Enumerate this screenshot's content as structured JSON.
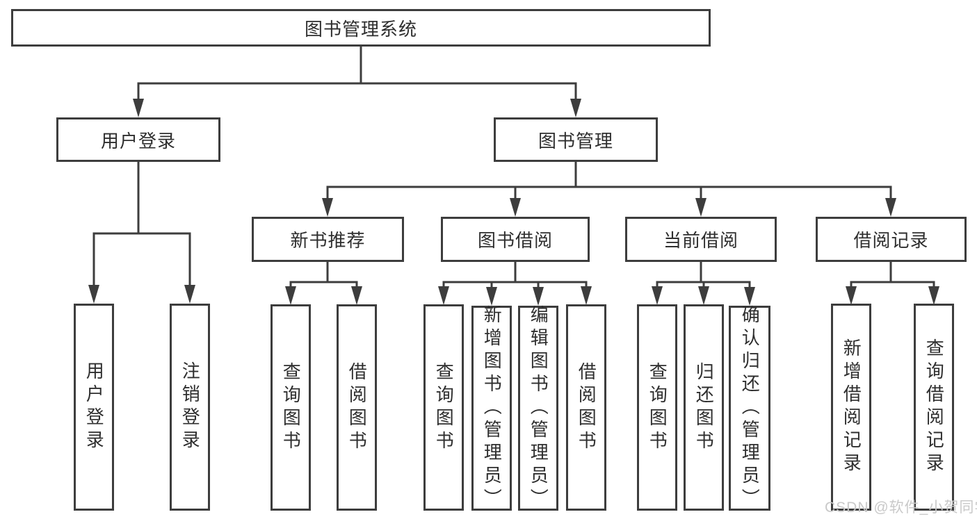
{
  "nodes": {
    "root": "图书管理系统",
    "user_login": "用户登录",
    "book_mgmt": "图书管理",
    "new_book_rec": "新书推荐",
    "book_borrow": "图书借阅",
    "current_borrow": "当前借阅",
    "borrow_records": "借阅记录",
    "leaf_user_login": "用户登录",
    "leaf_logout": "注销登录",
    "leaf_rec_query_book": "查询图书",
    "leaf_rec_borrow_book": "借阅图书",
    "leaf_bb_query_book": "查询图书",
    "leaf_bb_add_book": "新增图书（管理员）",
    "leaf_bb_edit_book": "编辑图书（管理员）",
    "leaf_bb_borrow_book": "借阅图书",
    "leaf_cb_query_book": "查询图书",
    "leaf_cb_return_book": "归还图书",
    "leaf_cb_confirm_return": "确认归还（管理员）",
    "leaf_br_add_record": "新增借阅记录",
    "leaf_br_query_record": "查询借阅记录"
  },
  "hierarchy": {
    "图书管理系统": {
      "用户登录": [
        "用户登录",
        "注销登录"
      ],
      "图书管理": {
        "新书推荐": [
          "查询图书",
          "借阅图书"
        ],
        "图书借阅": [
          "查询图书",
          "新增图书（管理员）",
          "编辑图书（管理员）",
          "借阅图书"
        ],
        "当前借阅": [
          "查询图书",
          "归还图书",
          "确认归还（管理员）"
        ],
        "借阅记录": [
          "新增借阅记录",
          "查询借阅记录"
        ]
      }
    }
  },
  "watermark": "CSDN @软件_小贺同学",
  "colors": {
    "line": "#3d3d3d",
    "box_border": "#3d3d3d",
    "box_fill": "#ffffff",
    "text": "#2e2e2e",
    "watermark": "#c9c9c9"
  }
}
